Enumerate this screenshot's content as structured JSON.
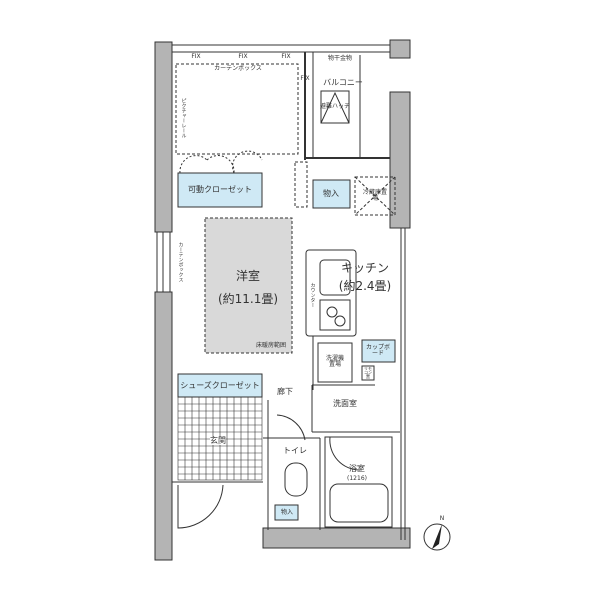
{
  "plan": {
    "fix_labels": [
      "FIX",
      "FIX",
      "FIX",
      "FIX"
    ],
    "curtain_box_top": "カーテンボックス",
    "curtain_box_side": "カーテンボックス",
    "picture_rail": "ピクチャーレール",
    "laundry_rod": "物干金物",
    "balcony": "バルコニー",
    "escape_hatch": "避難ハッチ",
    "movable_closet": "可動クローゼット",
    "storage_1": "物入",
    "fridge_space": "冷蔵庫置場",
    "western_room": "洋室",
    "western_room_size": "(約11.1畳)",
    "floor_heating": "床暖房範囲",
    "kitchen": "キッチン",
    "kitchen_size": "(約2.4畳)",
    "counter": "カウンター",
    "cupboard": "カップボード",
    "washer_space": "洗濯機置場",
    "remote_space": "リモコン置",
    "shoe_closet": "シューズクローゼット",
    "hallway": "廊下",
    "washroom": "洗面室",
    "entrance": "玄関",
    "toilet": "トイレ",
    "bathroom": "浴室",
    "bathroom_size": "(1216)",
    "storage_2": "物入",
    "north": "N"
  },
  "colors": {
    "wall": "#b4b4b4",
    "closet": "#cfe9f5",
    "floor_heat": "#d9d9d9",
    "line": "#333333"
  }
}
